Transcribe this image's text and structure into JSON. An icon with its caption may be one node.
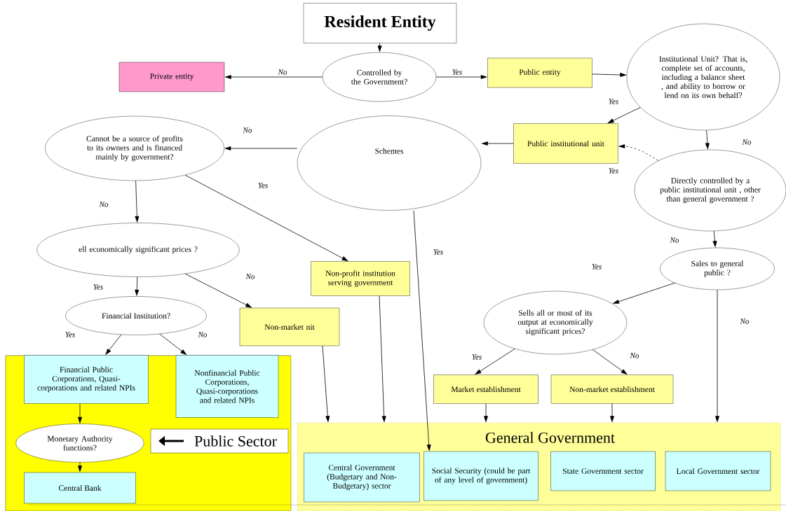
{
  "diagram": {
    "nodes": [
      {
        "text": [
          "Resident Entity"
        ]
      },
      {
        "text": [
          "Controlled by the Government?"
        ]
      },
      {
        "text": [
          "Private entity"
        ]
      },
      {
        "text": [
          "Public entity"
        ]
      },
      {
        "text": [
          "Institutional Unit? That is, complete set of accounts, including a balance sheet , and ability to borrow or lend on its own behalf?"
        ]
      },
      {
        "text": [
          "Public institutional unit"
        ]
      },
      {
        "text": [
          "Schemes"
        ]
      },
      {
        "text": [
          "Cannot be a source of profits to its owners and is financed mainly by government?"
        ]
      },
      {
        "text": [
          "Directly controlled by a public institutional unit , other than general government ?"
        ]
      },
      {
        "text": [
          "ell economically significant prices ?"
        ]
      },
      {
        "text": [
          "Non-profit institution serving government"
        ]
      },
      {
        "text": [
          "Sales to general public ?"
        ]
      },
      {
        "text": [
          "Financial Institution?"
        ]
      },
      {
        "text": [
          "Non-market nit"
        ]
      },
      {
        "text": [
          "Sells all or most of its output at economically significant prices?"
        ]
      },
      {
        "text": [
          "Public Sector"
        ]
      },
      {
        "text": [
          "Financial Public Corporations, Quasi-corporations and related NPIs"
        ],
        "in": 15
      },
      {
        "text": [
          "Nonfinancial Public Corporations, Quasi-corporations and related NPIs"
        ],
        "in": 15
      },
      {
        "text": [
          "Market establishment"
        ]
      },
      {
        "text": [
          "Non-market establishment"
        ]
      },
      {
        "text": [
          "General Government"
        ]
      },
      {
        "text": [
          "Monetary Authority functions?"
        ],
        "in": 15
      },
      {
        "text": [
          "Central Government (Budgetary and Non-Budgetary) sector"
        ],
        "in": 20
      },
      {
        "text": [
          "Social Security (could be part of any level of government)"
        ],
        "in": 20
      },
      {
        "text": [
          "State Government sector"
        ],
        "in": 20
      },
      {
        "text": [
          "Local Government sector"
        ],
        "in": 20
      },
      {
        "text": [
          "Central Bank"
        ],
        "in": 15
      }
    ],
    "edges": [
      {
        "from": 0,
        "to": 1,
        "arrow": "to"
      },
      {
        "from": 1,
        "to": 2,
        "arrow": "to",
        "label": "No"
      },
      {
        "from": 1,
        "to": 3,
        "arrow": "to",
        "label": "Yes"
      },
      {
        "from": 3,
        "to": 4,
        "arrow": "to"
      },
      {
        "from": 4,
        "to": 5,
        "arrow": "to",
        "label": "Yes"
      },
      {
        "from": 4,
        "to": 8,
        "arrow": "to",
        "label": "No"
      },
      {
        "from": 8,
        "to": 5,
        "arrow": "to",
        "label": "Yes",
        "style": "dashed"
      },
      {
        "from": 5,
        "to": 6,
        "arrow": "to"
      },
      {
        "from": 6,
        "to": 7,
        "arrow": "to",
        "label": "No"
      },
      {
        "from": 7,
        "to": 9,
        "arrow": "to",
        "label": "No"
      },
      {
        "from": 7,
        "to": 10,
        "arrow": "to",
        "label": "Yes"
      },
      {
        "from": 6,
        "to": 23,
        "arrow": "to",
        "label": "Yes"
      },
      {
        "from": 8,
        "to": 11,
        "arrow": "to",
        "label": "No"
      },
      {
        "from": 11,
        "to": 14,
        "arrow": "to",
        "label": "Yes"
      },
      {
        "from": 11,
        "to": 20,
        "arrow": "to",
        "label": "No"
      },
      {
        "from": 9,
        "to": 12,
        "arrow": "to",
        "label": "Yes"
      },
      {
        "from": 9,
        "to": 13,
        "arrow": "to",
        "label": "No"
      },
      {
        "from": 12,
        "to": 16,
        "arrow": "to",
        "label": "Yes"
      },
      {
        "from": 12,
        "to": 17,
        "arrow": "to",
        "label": "No"
      },
      {
        "from": 14,
        "to": 18,
        "arrow": "to",
        "label": "Yes"
      },
      {
        "from": 14,
        "to": 19,
        "arrow": "to",
        "label": "No"
      },
      {
        "from": 18,
        "to": 20,
        "arrow": "to"
      },
      {
        "from": 19,
        "to": 20,
        "arrow": "to"
      },
      {
        "from": 13,
        "to": 20,
        "arrow": "to"
      },
      {
        "from": 10,
        "to": 20,
        "arrow": "to"
      },
      {
        "from": 16,
        "to": 21,
        "arrow": "to"
      },
      {
        "from": 21,
        "to": 26,
        "arrow": "to"
      }
    ]
  }
}
